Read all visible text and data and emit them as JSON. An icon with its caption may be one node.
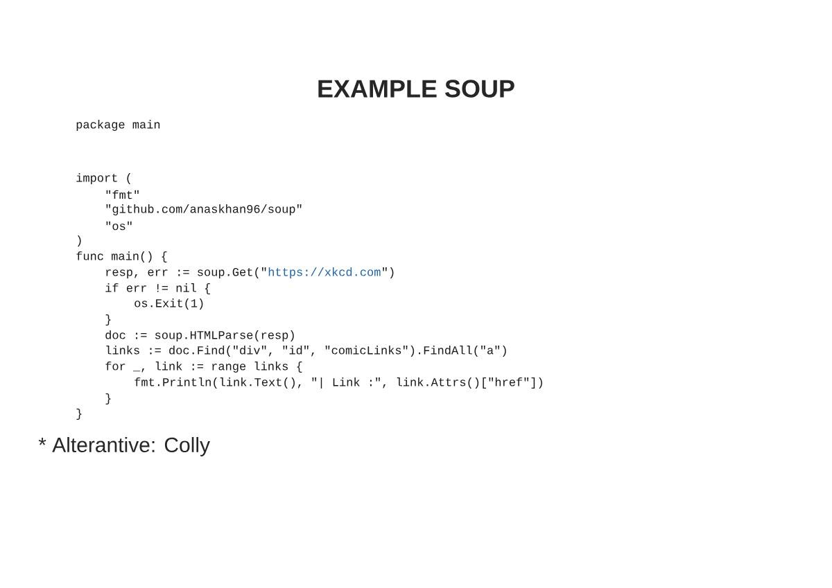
{
  "diagram": {
    "title": "EXAMPLE SOUP",
    "labels": [
      "package main",
      "import (",
      "\"fmt\"",
      "\"github.com/anaskhan96/soup\"",
      "\"os\"",
      ")",
      "func main() {",
      "resp, err := soup.Get(\"",
      "https://xkcd.com",
      "\")",
      "if err != nil {",
      "os.Exit(1)",
      "}",
      "doc := soup.HTMLParse(resp)",
      "links := doc.Find(\"div\", \"id\", \"comicLinks\").FindAll(\"a\")",
      "for _, link := range links {",
      "fmt.Println(link.Text(), \"| Link :\", link.Attrs()[\"href\"])",
      "}",
      "}",
      "* Alterantive: Colly"
    ]
  }
}
